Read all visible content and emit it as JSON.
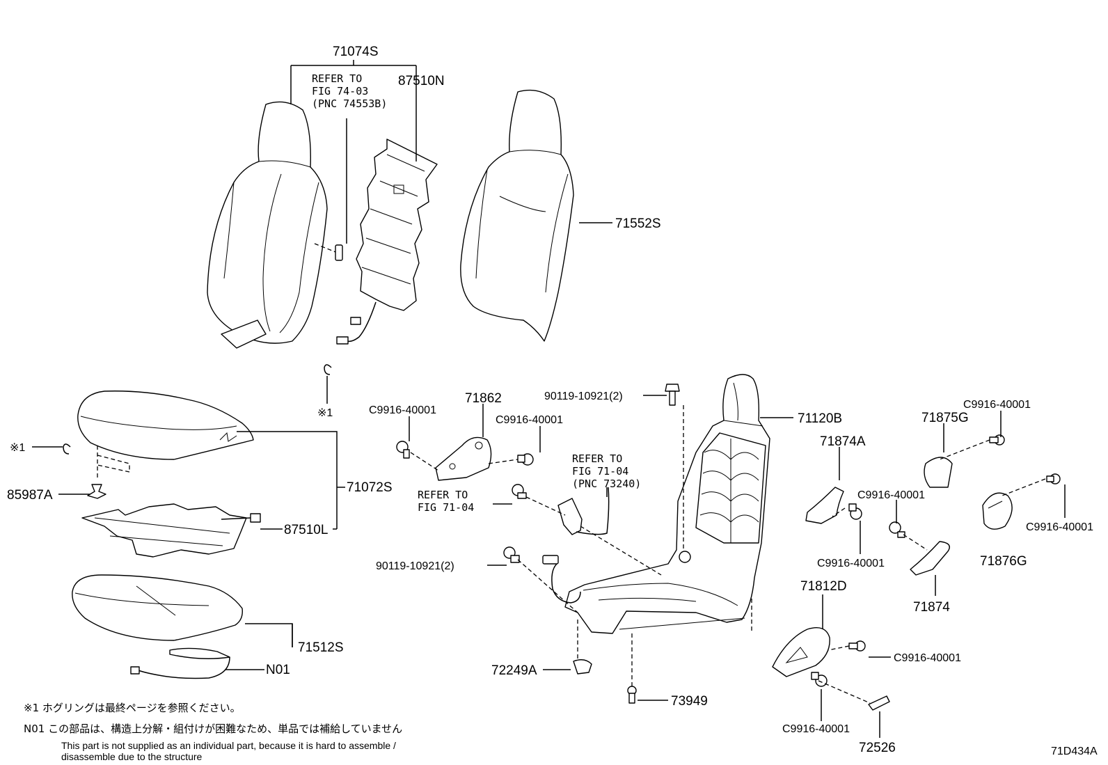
{
  "parts": {
    "p71074S": "71074S",
    "p87510N": "87510N",
    "p71552S": "71552S",
    "p71072S": "71072S",
    "p87510L": "87510L",
    "p85987A": "85987A",
    "p71512S": "71512S",
    "pN01": "N01",
    "p71862": "71862",
    "pC9916_a": "C9916-40001",
    "pC9916_b": "C9916-40001",
    "p90119_a": "90119-10921(2)",
    "p90119_b": "90119-10921(2)",
    "p71120B": "71120B",
    "p71874A": "71874A",
    "p71875G": "71875G",
    "pC9916_c": "C9916-40001",
    "pC9916_d": "C9916-40001",
    "pC9916_e": "C9916-40001",
    "pC9916_f": "C9916-40001",
    "p71876G": "71876G",
    "p71874": "71874",
    "p71812D": "71812D",
    "pC9916_g": "C9916-40001",
    "pC9916_h": "C9916-40001",
    "p72249A": "72249A",
    "p73949": "73949",
    "p72526": "72526"
  },
  "refs": {
    "ref1_l1": "REFER TO",
    "ref1_l2": "FIG 74-03",
    "ref1_l3": "(PNC 74553B)",
    "ref2_l1": "REFER TO",
    "ref2_l2": "FIG 71-04",
    "ref2_l3": "(PNC 73240)",
    "ref3_l1": "REFER TO",
    "ref3_l2": "FIG 71-04"
  },
  "marks": {
    "mark1": "※1",
    "mark2": "※1"
  },
  "notes": {
    "note1": "※1  ホグリングは最終ページを参照ください。",
    "note2": "N01  この部品は、構造上分解・組付けが困難なため、単品では補給していません",
    "note3_l1": "This part is not supplied as an individual part, because it is hard to assemble /",
    "note3_l2": "disassemble due to the structure"
  },
  "figure_id": "71D434A"
}
